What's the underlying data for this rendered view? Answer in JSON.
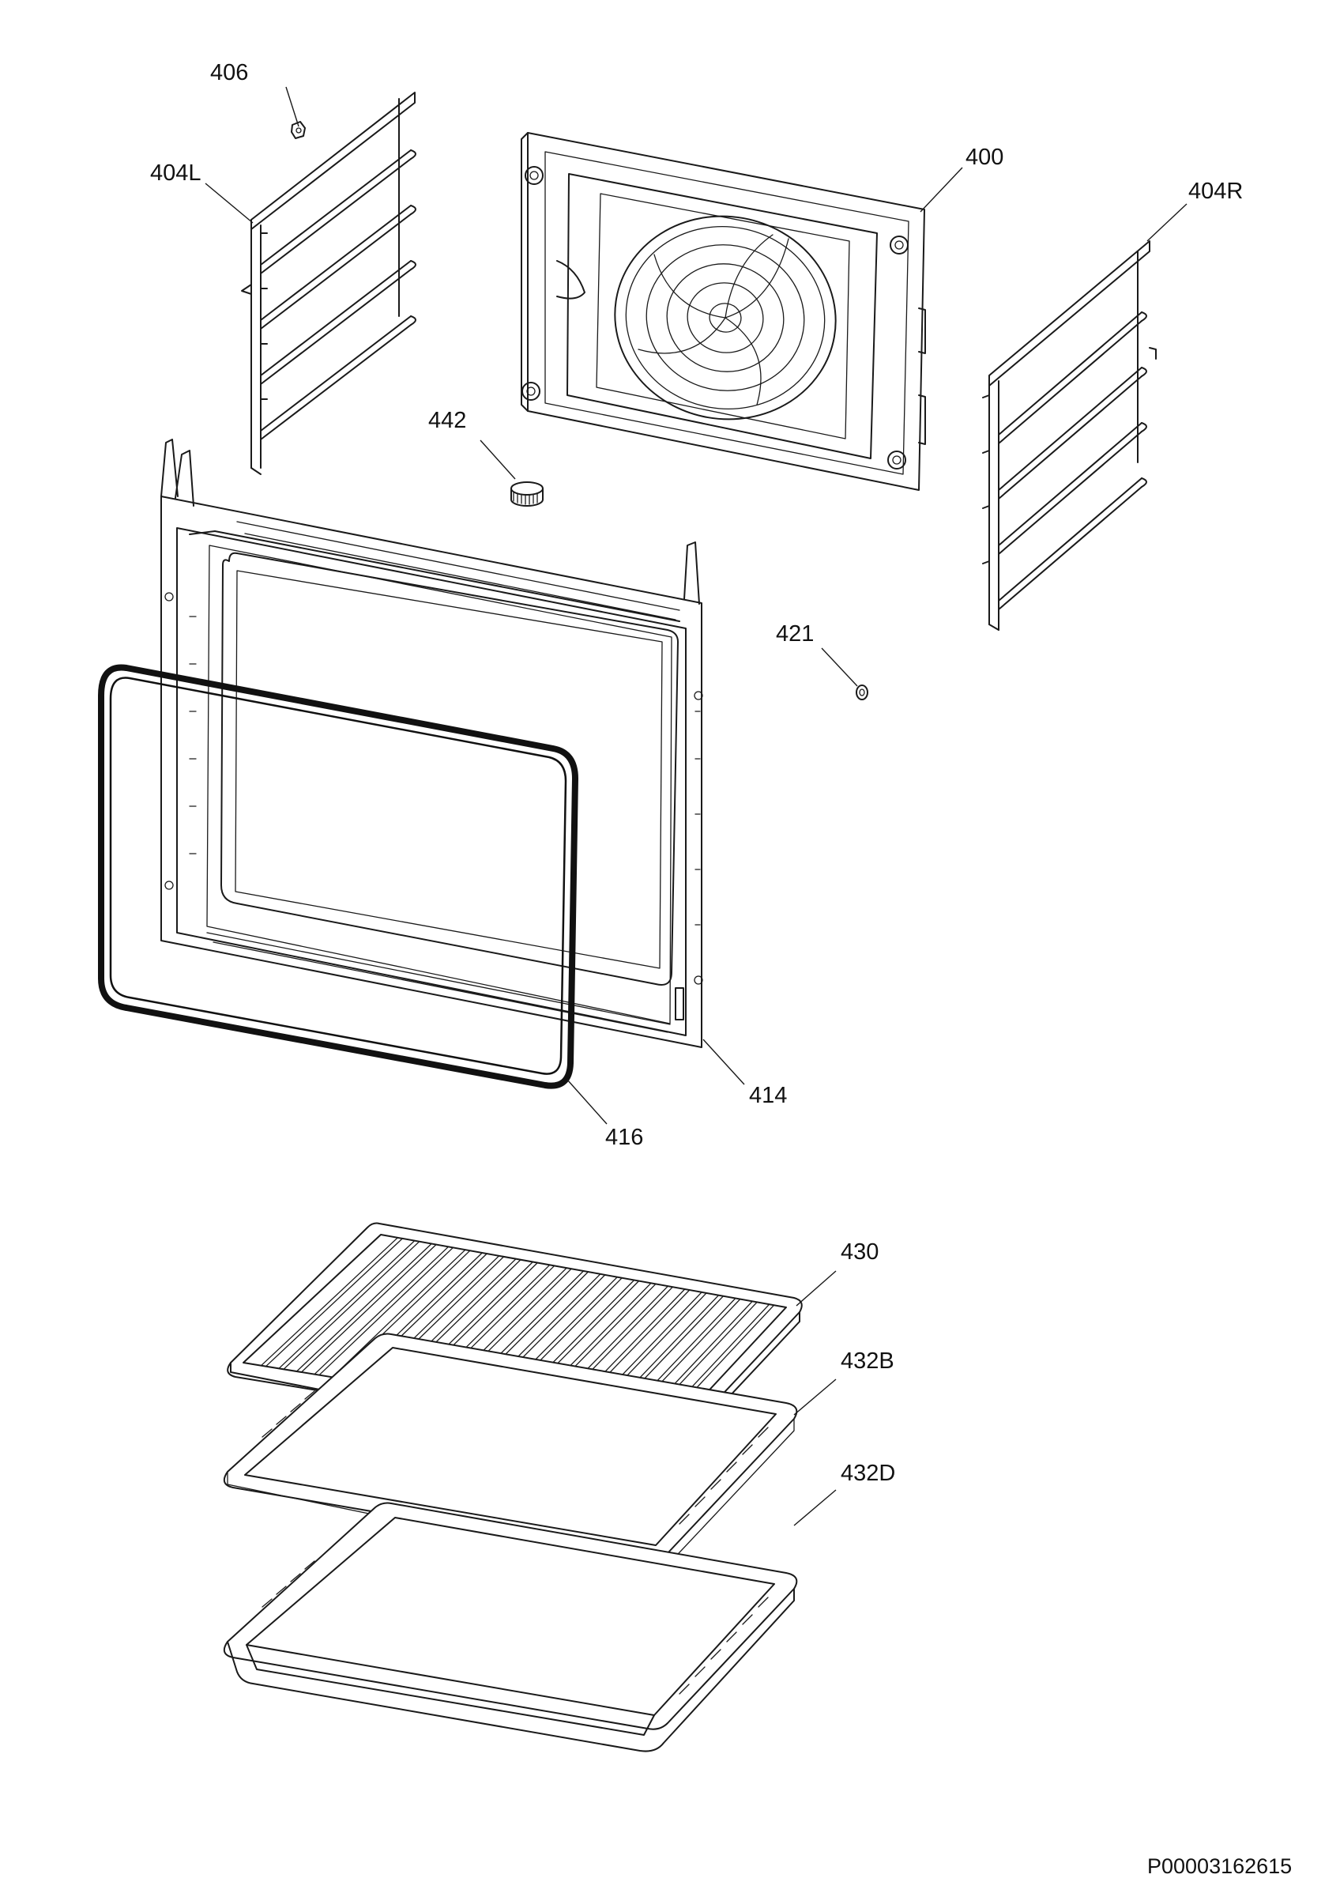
{
  "diagram": {
    "document_number": "P00003162615",
    "callouts": {
      "c406": "406",
      "c404L": "404L",
      "c400": "400",
      "c404R": "404R",
      "c442": "442",
      "c421": "421",
      "c414": "414",
      "c416": "416",
      "c430": "430",
      "c432B": "432B",
      "c432D": "432D"
    }
  },
  "colors": {
    "line": "#1a1a1a",
    "gasket": "#111111",
    "fill": "#ffffff",
    "grey": "#cfcfcf"
  }
}
